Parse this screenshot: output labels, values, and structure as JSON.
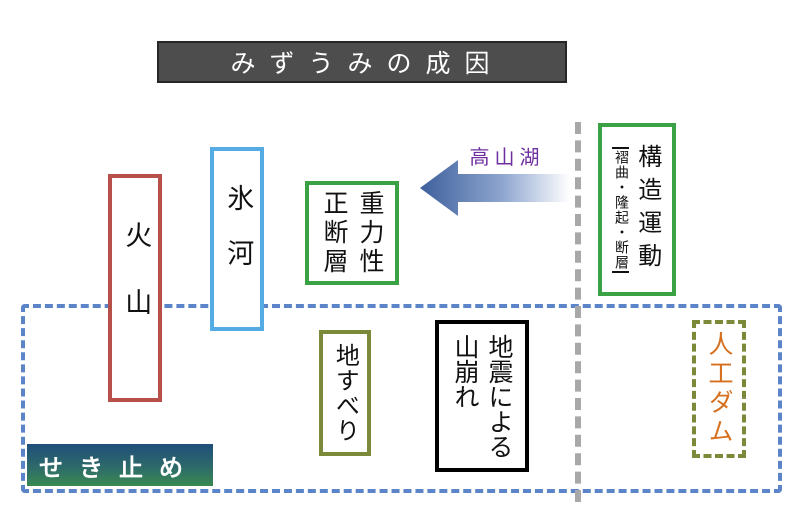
{
  "title": "みずうみの成因",
  "boxes": {
    "kazan": "火山",
    "hyoga": "氷河",
    "fault_right": "重力性",
    "fault_left": "正断層",
    "jisuberi": "地すべり",
    "jishin_right": "地震による",
    "jishin_left": "山崩れ",
    "kozo_main": "構造運動",
    "kozo_sub": "褶曲・隆起・断層",
    "jinko": "人工ダム"
  },
  "arrow_label": "高山湖",
  "sekitome": "せき止め",
  "colors": {
    "kazan": "#b5504b",
    "hyoga": "#55abe4",
    "tectonic": "#3aa244",
    "jisuberi": "#7b8a39",
    "dam_region": "#5b85c8",
    "jinko_text": "#d6701f",
    "arrow_label": "#6e2fa0"
  }
}
